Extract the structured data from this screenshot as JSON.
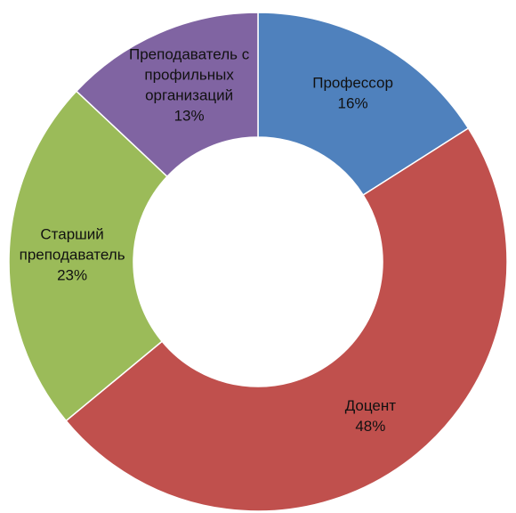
{
  "chart_data": {
    "type": "pie",
    "donut": true,
    "title": "",
    "legend": "none",
    "slices": [
      {
        "label_lines": [
          "Профессор"
        ],
        "value": 16,
        "percent_label": "16%",
        "color": "#4f81bd"
      },
      {
        "label_lines": [
          "Доцент"
        ],
        "value": 48,
        "percent_label": "48%",
        "color": "#c0504d"
      },
      {
        "label_lines": [
          "Старший",
          "преподаватель"
        ],
        "value": 23,
        "percent_label": "23%",
        "color": "#9bbb59"
      },
      {
        "label_lines": [
          "Преподаватель с",
          "профильных",
          "организаций"
        ],
        "value": 13,
        "percent_label": "13%",
        "color": "#8064a2"
      }
    ]
  }
}
